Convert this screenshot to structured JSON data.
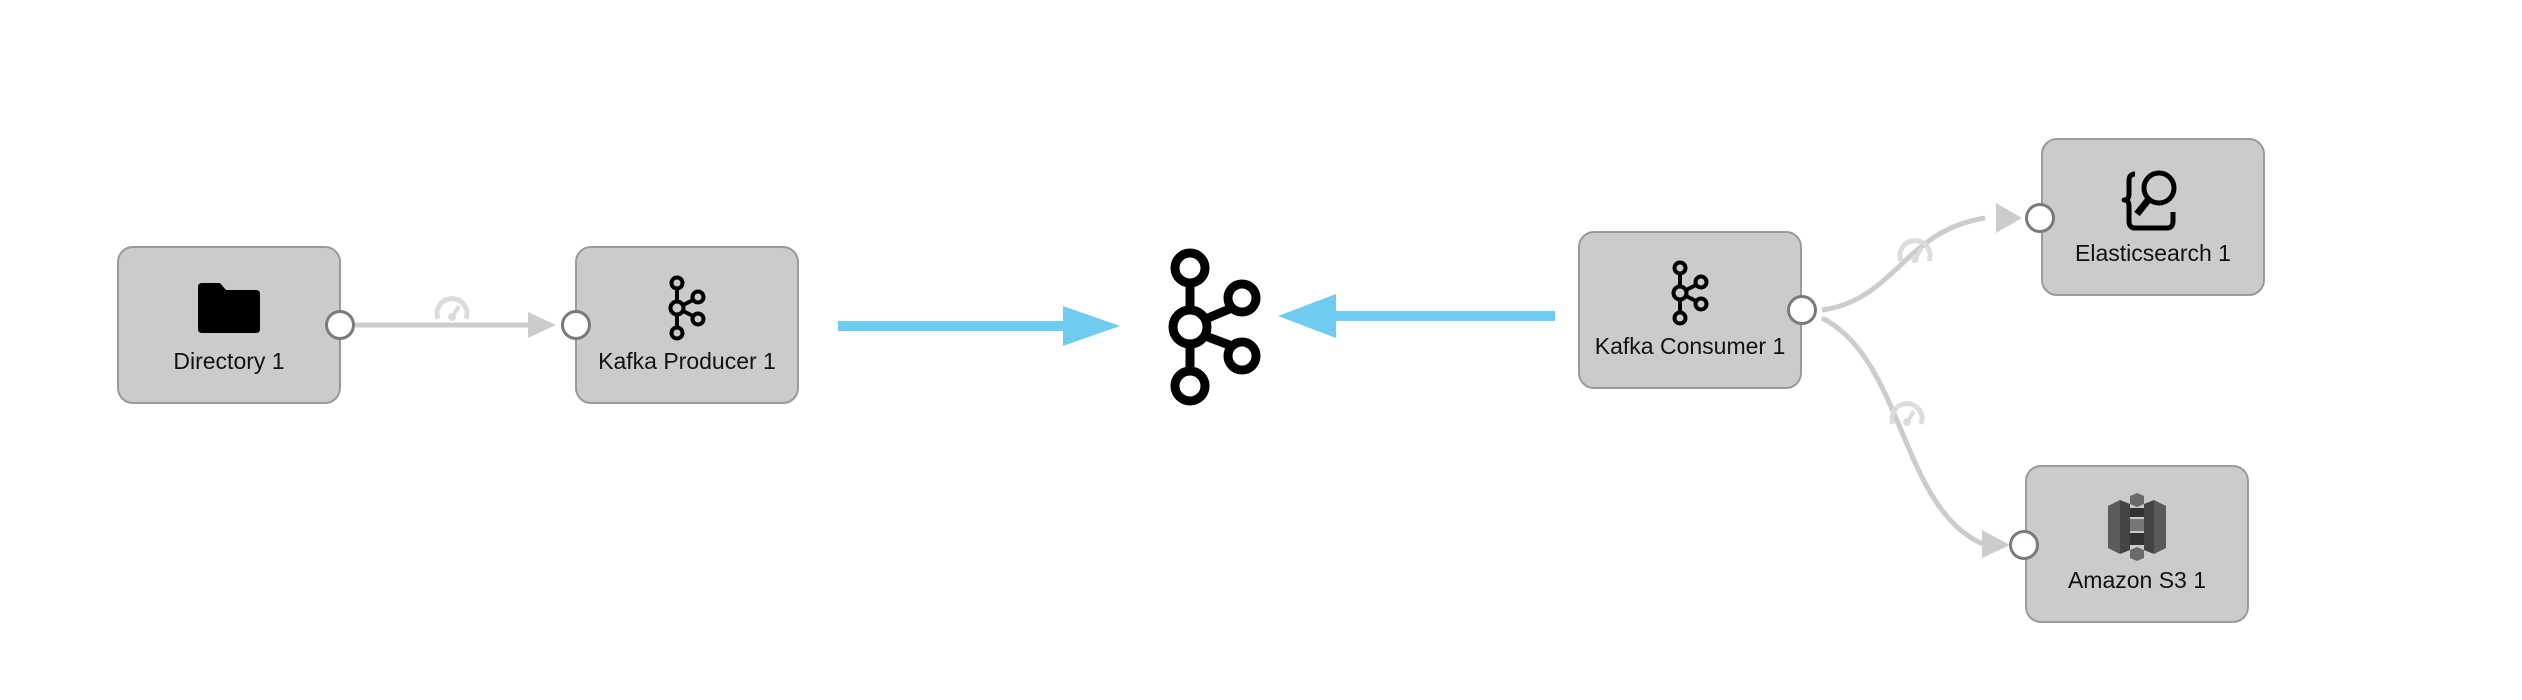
{
  "nodes": [
    {
      "id": "directory",
      "label": "Directory 1",
      "icon": "folder-icon"
    },
    {
      "id": "kafka-producer",
      "label": "Kafka Producer 1",
      "icon": "kafka-icon"
    },
    {
      "id": "kafka-consumer",
      "label": "Kafka Consumer 1",
      "icon": "kafka-icon"
    },
    {
      "id": "elasticsearch",
      "label": "Elasticsearch 1",
      "icon": "elasticsearch-icon"
    },
    {
      "id": "amazon-s3",
      "label": "Amazon S3 1",
      "icon": "amazon-s3-icon"
    }
  ],
  "center_icon": "kafka-icon",
  "colors": {
    "node_fill": "#cbcbcb",
    "node_border": "#9a9a9a",
    "link": "#cccccc",
    "flow_arrow": "#6fcbf0",
    "icon": "#000000"
  }
}
